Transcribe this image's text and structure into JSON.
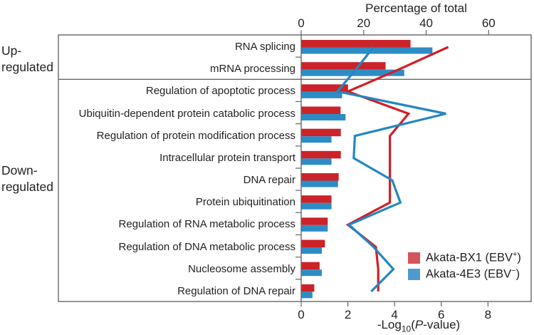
{
  "figure": {
    "top_axis_title": "Percentage of total",
    "xlabel_pre": "-Log",
    "xlabel_sub": "10",
    "xlabel_open": "(",
    "xlabel_italic": "P",
    "xlabel_post": "-value)",
    "group_up_line1": "Up-",
    "group_up_line2": "regulated",
    "group_down_line1": "Down-",
    "group_down_line2": "regulated"
  },
  "legend": {
    "items": [
      {
        "name_pre": "Akata-BX1 (EBV",
        "sup": "+",
        "post": ")",
        "swatch_color": "#d4555b"
      },
      {
        "name_pre": "Akata-4E3 (EBV",
        "sup": "−",
        "post": ")",
        "swatch_color": "#4f9ace"
      }
    ]
  },
  "colors": {
    "bar_red": "#cb2329",
    "bar_blue": "#2e8cc5",
    "line_red": "#d01f27",
    "line_blue": "#2387c2",
    "border": "#66676a",
    "text": "#231f20"
  },
  "chart_data": {
    "type": "bar+line",
    "orientation": "horizontal",
    "title": "Percentage of total",
    "bottom_axis_label": "-Log10(P-value)",
    "categories": [
      "RNA splicing",
      "mRNA processing",
      "Regulation of apoptotic process",
      "Ubiquitin-dependent protein catabolic process",
      "Regulation of protein modification process",
      "Intracellular protein transport",
      "DNA repair",
      "Protein ubiquitination",
      "Regulation of RNA metabolic process",
      "Regulation of DNA metabolic process",
      "Nucleosome assembly",
      "Regulation of DNA repair"
    ],
    "groups": [
      {
        "label": "Up-regulated",
        "row_start": 0,
        "row_end": 1
      },
      {
        "label": "Down-regulated",
        "row_start": 2,
        "row_end": 11
      }
    ],
    "bar_series": [
      {
        "name": "Akata-BX1 (EBV+)",
        "color": "#cb2329",
        "axis": "percentage_of_total",
        "values": [
          35,
          27,
          15,
          12.6,
          12.7,
          12.7,
          12,
          9.7,
          8.5,
          7.6,
          5.9,
          4.2
        ]
      },
      {
        "name": "Akata-4E3 (EBV-)",
        "color": "#2e8cc5",
        "axis": "percentage_of_total",
        "values": [
          42,
          33,
          13.1,
          14.2,
          9.7,
          9.7,
          11.8,
          9.7,
          8.5,
          6.6,
          6.6,
          3.6
        ]
      }
    ],
    "line_series": [
      {
        "name": "Akata-BX1 (EBV+)",
        "color": "#d01f27",
        "axis": "neg_log10_p_value",
        "values": [
          6.3,
          4.2,
          2.0,
          4.6,
          3.8,
          3.8,
          3.8,
          3.8,
          2.0,
          3.2,
          3.3,
          3.3
        ]
      },
      {
        "name": "Akata-4E3 (EBV-)",
        "color": "#2387c2",
        "axis": "neg_log10_p_value",
        "values": [
          3.1,
          2.35,
          1.55,
          6.2,
          2.3,
          2.25,
          3.9,
          4.25,
          2.05,
          3.1,
          3.95,
          3.0
        ]
      }
    ],
    "top_axis": {
      "title": "Percentage of total",
      "ticks": [
        0,
        20,
        40,
        60
      ],
      "max": 73.6
    },
    "bottom_axis": {
      "title": "-Log10(P-value)",
      "ticks": [
        0,
        2,
        4,
        6,
        8
      ],
      "max": 9.85
    }
  }
}
